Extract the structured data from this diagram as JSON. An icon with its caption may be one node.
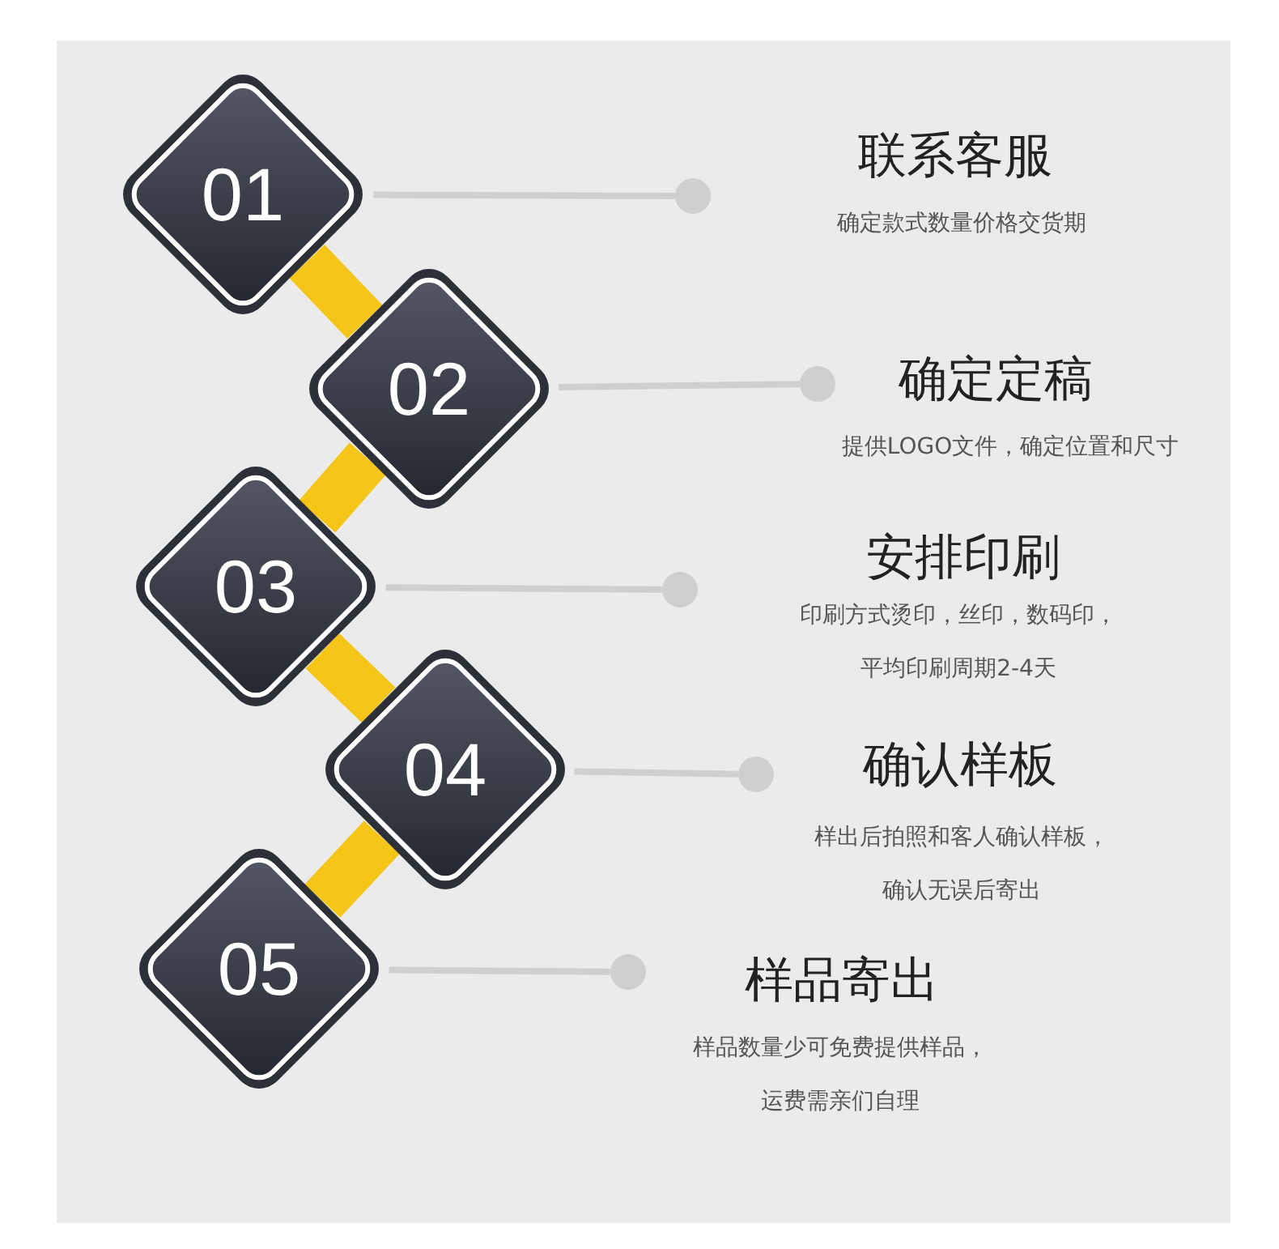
{
  "diagram": {
    "nodes": [
      {
        "text": [
          "01"
        ]
      },
      {
        "text": [],
        "shape": "circle"
      },
      {
        "text": [
          "02"
        ]
      },
      {
        "text": [],
        "shape": "circle"
      },
      {
        "text": [
          "03"
        ]
      },
      {
        "text": [],
        "shape": "circle"
      },
      {
        "text": [
          "04"
        ]
      },
      {
        "text": [],
        "shape": "circle"
      },
      {
        "text": [
          "05"
        ]
      },
      {
        "text": [],
        "shape": "circle"
      }
    ],
    "edges": [
      {
        "from": 0,
        "to": 1,
        "arrow": "none"
      },
      {
        "from": 2,
        "to": 3,
        "arrow": "none"
      },
      {
        "from": 4,
        "to": 5,
        "arrow": "none"
      },
      {
        "from": 6,
        "to": 7,
        "arrow": "none"
      },
      {
        "from": 8,
        "to": 9,
        "arrow": "none"
      },
      {
        "from": 0,
        "to": 2,
        "arrow": "none",
        "style": "thick",
        "color": "#f5c518"
      },
      {
        "from": 2,
        "to": 4,
        "arrow": "none",
        "style": "thick",
        "color": "#f5c518"
      },
      {
        "from": 4,
        "to": 6,
        "arrow": "none",
        "style": "thick",
        "color": "#f5c518"
      },
      {
        "from": 6,
        "to": 8,
        "arrow": "none",
        "style": "thick",
        "color": "#f5c518"
      }
    ],
    "labels": [
      "联系客服",
      "确定款式数量价格交货期",
      "确定定稿",
      "提供LOGO文件，确定位置和尺寸",
      "安排印刷",
      "印刷方式烫印，丝印，数码印，平均印刷周期2-4天",
      "确认样板",
      "样出后拍照和客人确认样板，确认无误后寄出",
      "样品寄出",
      "样品数量少可免费提供样品，运费需亲们自理"
    ]
  }
}
